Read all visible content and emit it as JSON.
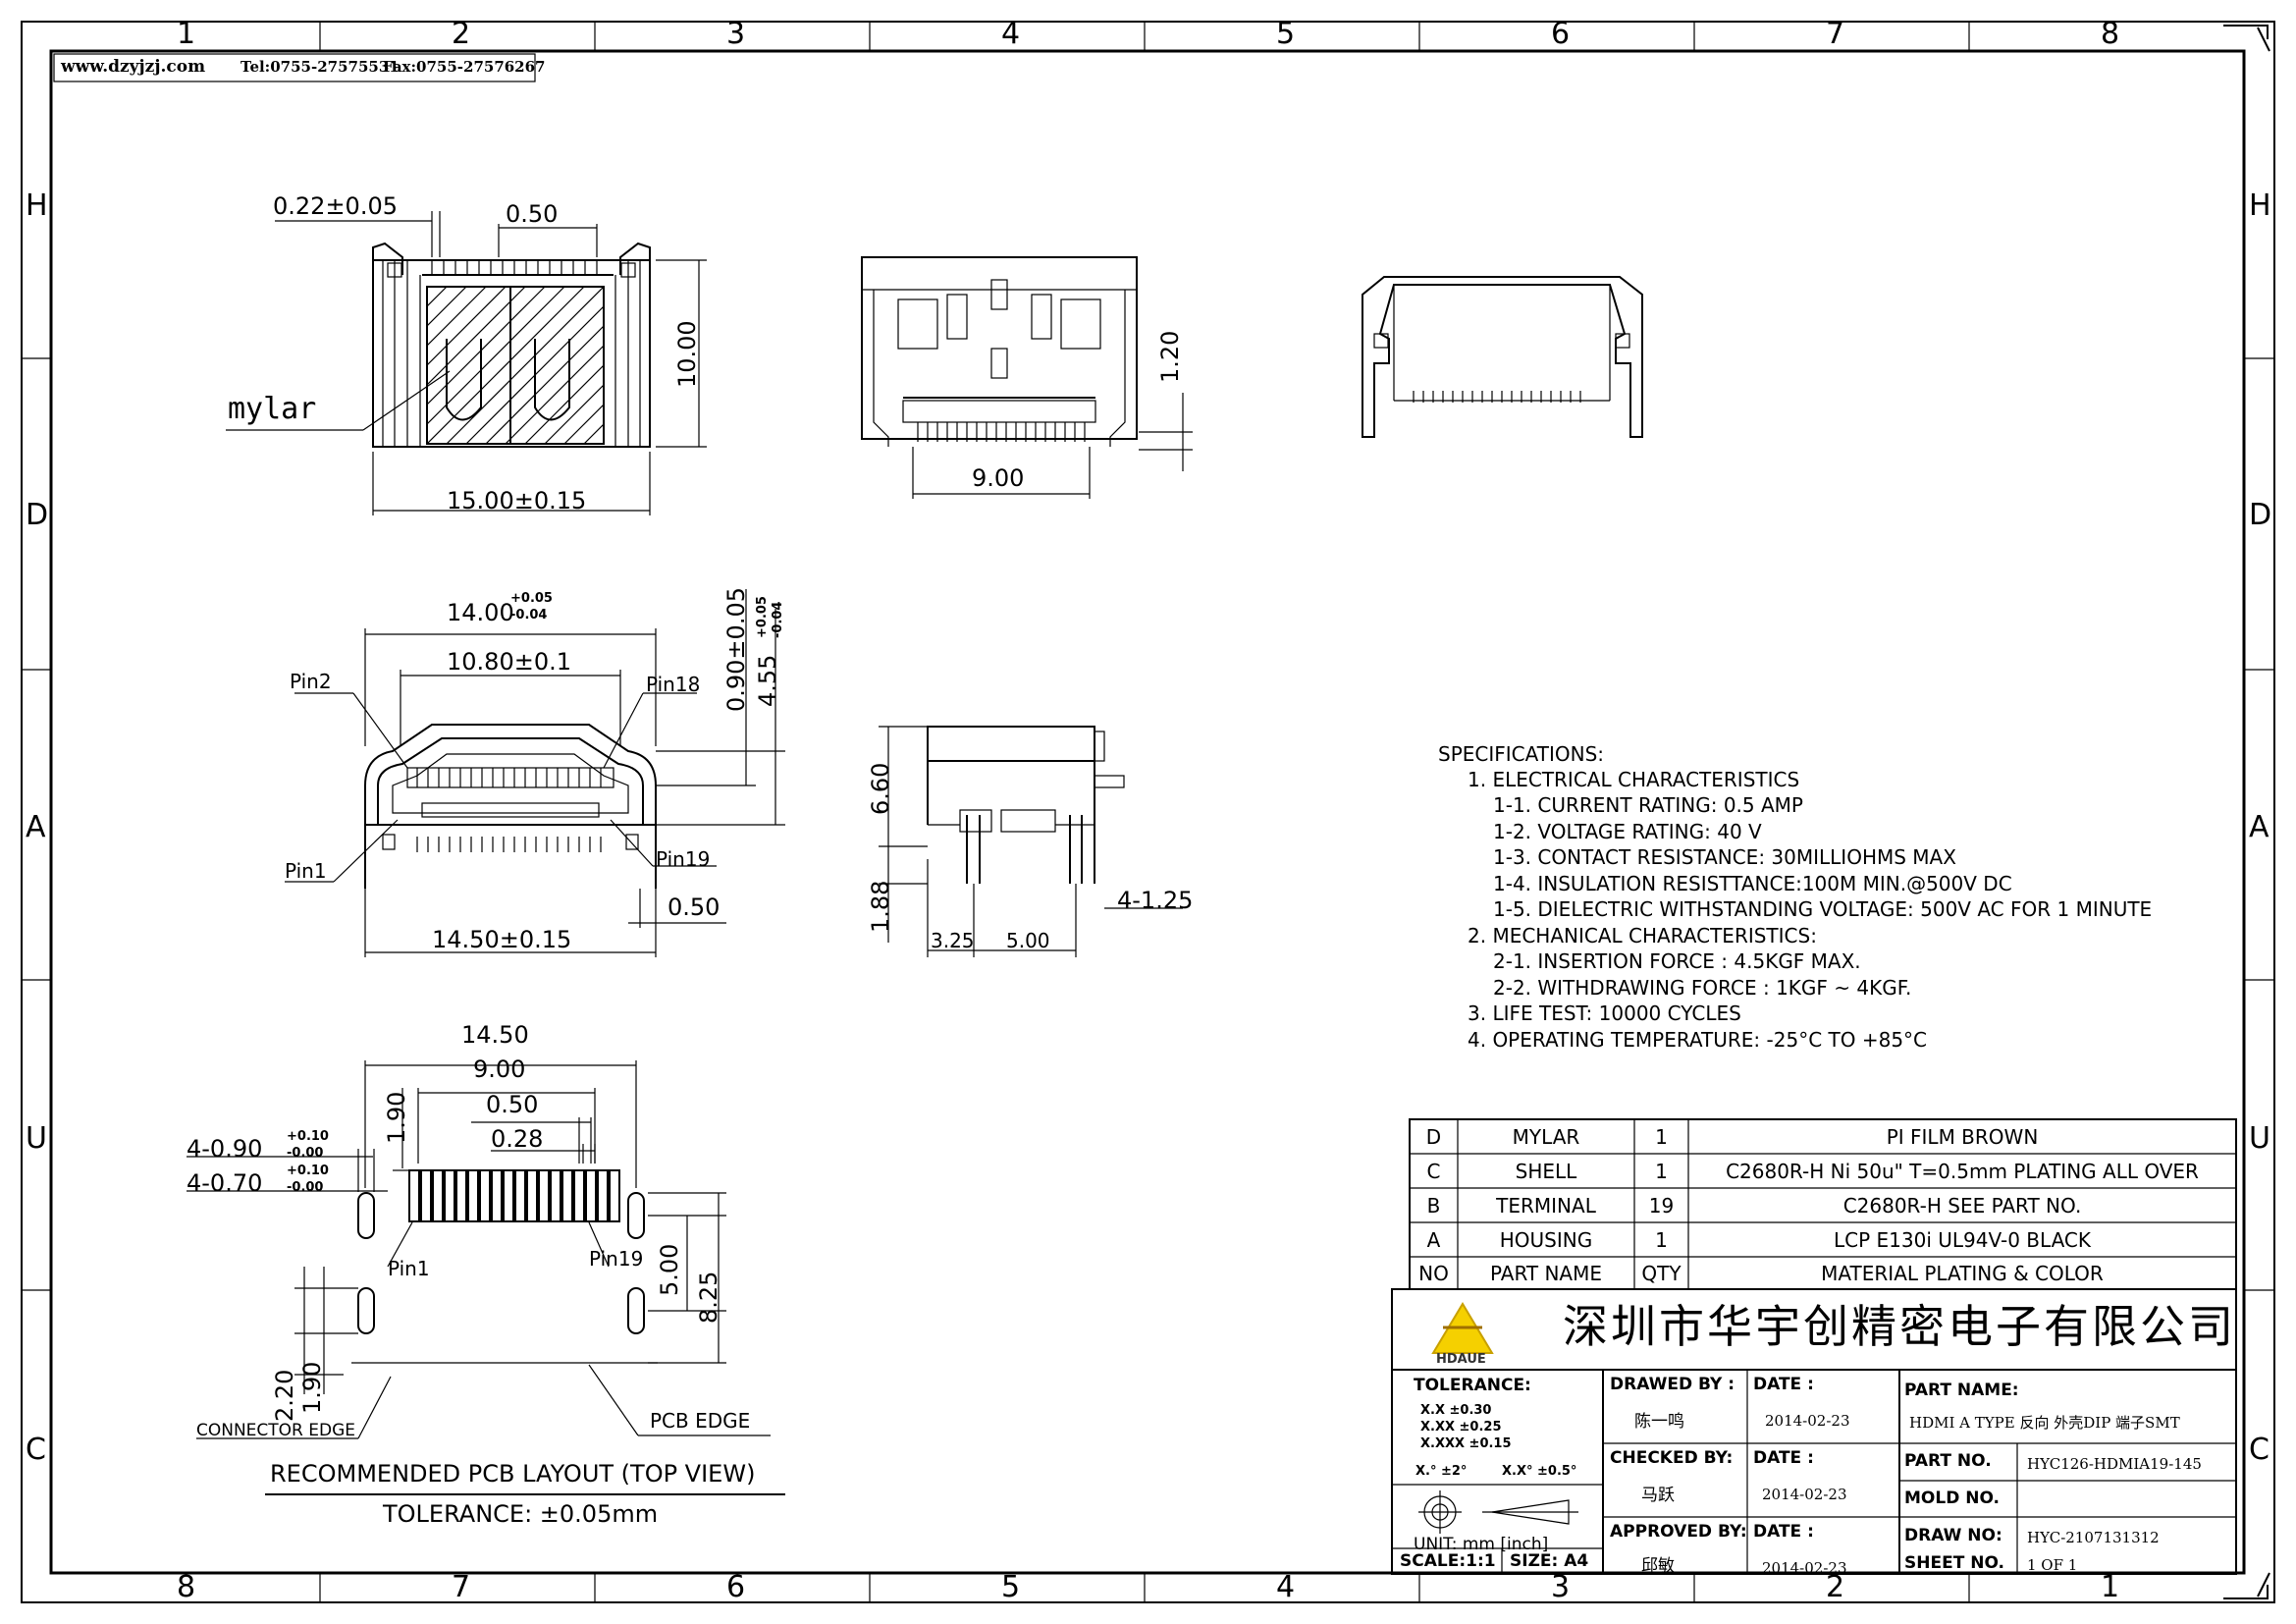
{
  "header": {
    "website": "www.dzyjzj.com",
    "tel": "Tel:0755-27575531",
    "fax": "Fax:0755-27576267"
  },
  "border": {
    "top_numbers": [
      "1",
      "2",
      "3",
      "4",
      "5",
      "6",
      "7",
      "8"
    ],
    "bottom_numbers": [
      "8",
      "7",
      "6",
      "5",
      "4",
      "3",
      "2",
      "1"
    ],
    "side_letters": [
      "H",
      "D",
      "A",
      "U",
      "C"
    ]
  },
  "views": {
    "top_view": {
      "dims": [
        "0.22±0.05",
        "0.50",
        "10.00",
        "15.00±0.15"
      ],
      "label": "mylar"
    },
    "front_view": {
      "dims": [
        "1.20",
        "9.00"
      ]
    },
    "mating_view": {
      "dims": [
        "14.00",
        "+0.05",
        "-0.04",
        "10.80±0.1",
        "0.90±0.05",
        "4.55",
        "+0.05",
        "-0.04",
        "0.50",
        "14.50±0.15"
      ],
      "pins": [
        "Pin2",
        "Pin18",
        "Pin1",
        "Pin19"
      ]
    },
    "side_view": {
      "dims": [
        "6.60",
        "1.88",
        "3.25",
        "5.00",
        "4-1.25"
      ]
    },
    "pcb_layout": {
      "dims": [
        "14.50",
        "9.00",
        "0.50",
        "0.28",
        "1.90",
        "4-0.90",
        "+0.10",
        "-0.00",
        "4-0.70",
        "+0.10",
        "-0.00",
        "5.00",
        "8.25",
        "2.20",
        "1.90"
      ],
      "pins": [
        "Pin1",
        "Pin19"
      ],
      "connector_edge": "CONNECTOR EDGE",
      "pcb_edge": "PCB EDGE",
      "title": "RECOMMENDED PCB LAYOUT (TOP VIEW)",
      "tolerance": "TOLERANCE: ±0.05mm"
    }
  },
  "specifications": {
    "title": "SPECIFICATIONS:",
    "lines": [
      "1. ELECTRICAL CHARACTERISTICS",
      "1-1. CURRENT RATING: 0.5 AMP",
      "1-2. VOLTAGE RATING: 40 V",
      "1-3. CONTACT RESISTANCE: 30MILLIOHMS MAX",
      "1-4. INSULATION RESISTTANCE:100M MIN.@500V DC",
      "1-5. DIELECTRIC WITHSTANDING VOLTAGE: 500V AC FOR 1 MINUTE",
      "2. MECHANICAL CHARACTERISTICS:",
      "2-1. INSERTION FORCE : 4.5KGF MAX.",
      "2-2. WITHDRAWING FORCE : 1KGF ~ 4KGF.",
      "3. LIFE TEST: 10000 CYCLES",
      "4. OPERATING TEMPERATURE: -25°C TO +85°C"
    ]
  },
  "bom": {
    "rows": [
      [
        "D",
        "MYLAR",
        "1",
        "PI FILM BROWN"
      ],
      [
        "C",
        "SHELL",
        "1",
        "C2680R-H Ni 50u\" T=0.5mm PLATING ALL OVER"
      ],
      [
        "B",
        "TERMINAL",
        "19",
        "C2680R-H SEE PART NO."
      ],
      [
        "A",
        "HOUSING",
        "1",
        "LCP E130i UL94V-0 BLACK"
      ]
    ],
    "header": [
      "NO",
      "PART NAME",
      "QTY",
      "MATERIAL PLATING & COLOR"
    ]
  },
  "title_block": {
    "company": "深圳市华宇创精密电子有限公司",
    "logo_text": "HDAUE",
    "tolerance_title": "TOLERANCE:",
    "tolerances": [
      "X.X ±0.30",
      "X.XX ±0.25",
      "X.XXX ±0.15"
    ],
    "angle_tol": "X.° ±2°",
    "angle_tol2": "X.X° ±0.5°",
    "unit": "UNIT: mm [inch]",
    "scale": "SCALE:1:1",
    "size": "SIZE: A4",
    "drawn_by_label": "DRAWED BY :",
    "drawn_by": "陈一鸣",
    "checked_by_label": "CHECKED BY:",
    "checked_by": "马跃",
    "approved_by_label": "APPROVED BY:",
    "approved_by": "邱敏",
    "date_label": "DATE :",
    "date1": "2014-02-23",
    "date2": "2014-02-23",
    "date3": "2014-02-23",
    "part_name_label": "PART NAME:",
    "part_name": "HDMI A TYPE 反向 外壳DIP 端子SMT",
    "part_no_label": "PART NO.",
    "part_no": "HYC126-HDMIA19-145",
    "mold_no_label": "MOLD NO.",
    "mold_no": "",
    "draw_no_label": "DRAW NO:",
    "draw_no": "HYC-2107131312",
    "sheet_no_label": "SHEET NO.",
    "sheet_no": "1 OF 1"
  }
}
